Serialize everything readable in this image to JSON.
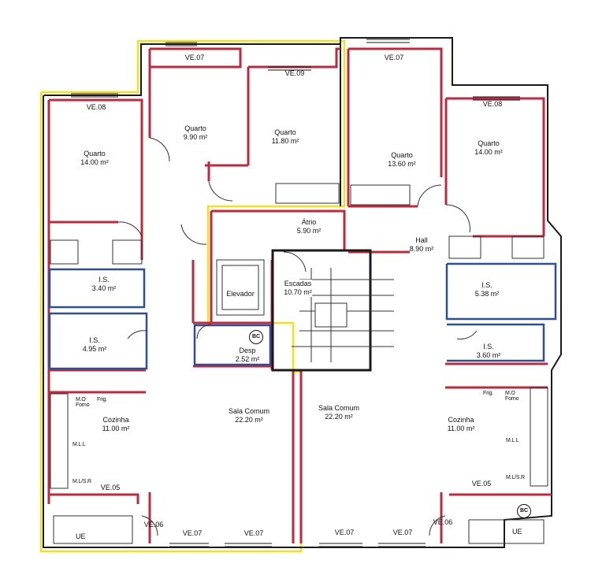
{
  "plan": {
    "colors": {
      "wall": "#1a1a1a",
      "interior_line": "#c0283d",
      "wet_area_line": "#2f4e9a",
      "unit_outline": "#f2e21a",
      "stair_line": "#333333"
    },
    "rooms": {
      "quarto_1": {
        "name": "Quarto",
        "area": "14.00 m²"
      },
      "quarto_2": {
        "name": "Quarto",
        "area": "9.90 m²"
      },
      "quarto_3": {
        "name": "Quarto",
        "area": "11.80 m²"
      },
      "quarto_4": {
        "name": "Quarto",
        "area": "13.60 m²"
      },
      "quarto_5": {
        "name": "Quarto",
        "area": "14.00 m²"
      },
      "atrio": {
        "name": "Átrio",
        "area": "5.90 m²"
      },
      "hall": {
        "name": "Hall",
        "area": "8.90 m²"
      },
      "is_1": {
        "name": "I.S.",
        "area": "3.40 m²"
      },
      "is_2": {
        "name": "I.S.",
        "area": "4.95 m²"
      },
      "is_3": {
        "name": "I.S.",
        "area": "5.38 m²"
      },
      "is_4": {
        "name": "I.S.",
        "area": "3.60 m²"
      },
      "elevador": {
        "name": "Elevador"
      },
      "escadas": {
        "name": "Escadas",
        "area": "10.70 m²"
      },
      "desp": {
        "name": "Desp",
        "area": "2.52 m²"
      },
      "sala_left": {
        "name": "Sala Comum",
        "area": "22.20 m²"
      },
      "sala_right": {
        "name": "Sala Comum",
        "area": "22.20 m²"
      },
      "cozinha_left": {
        "name": "Cozinha",
        "area": "11.00 m²"
      },
      "cozinha_right": {
        "name": "Cozinha",
        "area": "11.00 m²"
      }
    },
    "windows": {
      "w1": "VE.07",
      "w2": "VE.09",
      "w3": "VE.08",
      "w4": "VE.07",
      "w5": "VE.08",
      "w6": "VE.05",
      "w7": "VE.06",
      "w8": "VE.07",
      "w9": "VE.07",
      "w10": "VE.07",
      "w11": "VE.07",
      "w12": "VE.05",
      "w13": "VE.06"
    },
    "fixtures": {
      "mo_forno_l": "M.O Forno",
      "frig_l": "Frig.",
      "mll_l": "M.L.L",
      "mlsr_l": "M.L/S.R",
      "frig_r": "Frig.",
      "mo_forno_r": "M.O Forno",
      "mll_r": "M.L.L",
      "mlsr_r": "M.L/S.R"
    },
    "ue_left": "UE",
    "ue_right": "UE",
    "bc_1": "BC",
    "bc_2": "BC"
  }
}
